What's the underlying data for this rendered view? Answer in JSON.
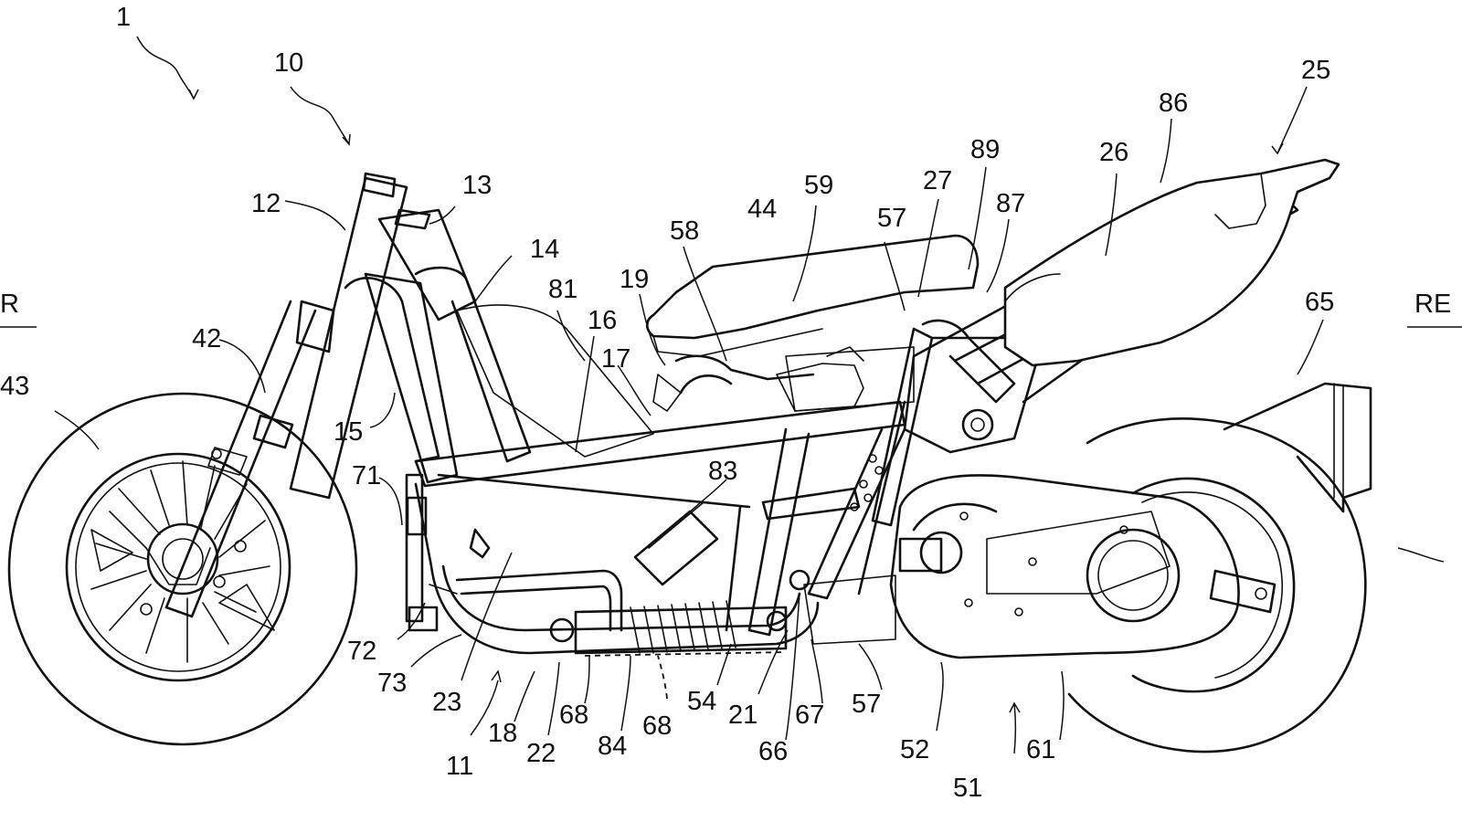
{
  "labels": {
    "n1": "1",
    "n10": "10",
    "n11": "11",
    "n12": "12",
    "n13": "13",
    "n14": "14",
    "n15": "15",
    "n16": "16",
    "n17": "17",
    "n18": "18",
    "n19": "19",
    "n21": "21",
    "n22": "22",
    "n23": "23",
    "n25": "25",
    "n26": "26",
    "n27": "27",
    "n42": "42",
    "n43": "43",
    "n44": "44",
    "n51": "51",
    "n52": "52",
    "n54": "54",
    "n57a": "57",
    "n57b": "57",
    "n58": "58",
    "n59": "59",
    "n61": "61",
    "n65": "65",
    "n66": "66",
    "n67": "67",
    "n68a": "68",
    "n68b": "68",
    "n71": "71",
    "n72": "72",
    "n73": "73",
    "n81": "81",
    "n83": "83",
    "n84": "84",
    "n86": "86",
    "n87": "87",
    "n89": "89"
  },
  "direction": {
    "front": "R",
    "rear": "RE"
  }
}
